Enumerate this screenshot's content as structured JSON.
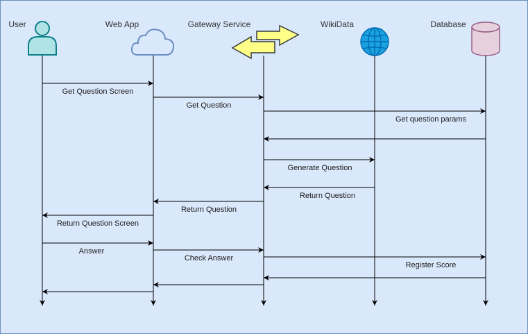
{
  "actors": [
    {
      "id": "user",
      "label": "User",
      "icon": "user-icon"
    },
    {
      "id": "webapp",
      "label": "Web App",
      "icon": "cloud-icon"
    },
    {
      "id": "gateway",
      "label": "Gateway Service",
      "icon": "double-arrow-icon"
    },
    {
      "id": "wikidata",
      "label": "WikiData",
      "icon": "globe-icon"
    },
    {
      "id": "database",
      "label": "Database",
      "icon": "database-icon"
    }
  ],
  "messages": [
    {
      "from": "user",
      "to": "webapp",
      "label": "Get Question Screen"
    },
    {
      "from": "webapp",
      "to": "gateway",
      "label": "Get Question"
    },
    {
      "from": "gateway",
      "to": "database",
      "label": "Get question params"
    },
    {
      "from": "database",
      "to": "gateway",
      "label": ""
    },
    {
      "from": "gateway",
      "to": "wikidata",
      "label": "Generate Question"
    },
    {
      "from": "wikidata",
      "to": "gateway",
      "label": "Return Question"
    },
    {
      "from": "gateway",
      "to": "webapp",
      "label": "Return Question"
    },
    {
      "from": "webapp",
      "to": "user",
      "label": "Return Question Screen"
    },
    {
      "from": "user",
      "to": "webapp",
      "label": "Answer"
    },
    {
      "from": "webapp",
      "to": "gateway",
      "label": "Check Answer"
    },
    {
      "from": "gateway",
      "to": "database",
      "label": "Register Score"
    },
    {
      "from": "database",
      "to": "gateway",
      "label": ""
    },
    {
      "from": "gateway",
      "to": "webapp",
      "label": ""
    },
    {
      "from": "webapp",
      "to": "user",
      "label": ""
    }
  ],
  "colors": {
    "background": "#dae8fc",
    "border": "#6c8ebf",
    "user_fill": "#b0e3e6",
    "user_stroke": "#0e8088",
    "cloud_fill": "#dae8fc",
    "cloud_stroke": "#6c8ebf",
    "arrow_fill": "#ffff88",
    "arrow_stroke": "#36393d",
    "globe_fill": "#1ba1e2",
    "globe_stroke": "#006eaf",
    "db_fill": "#e6d0de",
    "db_stroke": "#996185"
  }
}
